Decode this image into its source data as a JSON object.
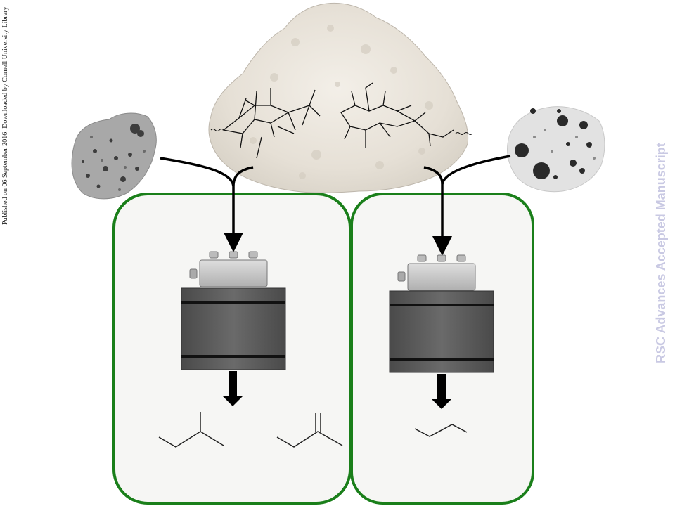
{
  "margin_note": "Published on 06 September 2016. Downloaded by Cornell University Library",
  "watermark": "RSC Advances Accepted Manuscript",
  "colors": {
    "panel_border": "#1a7f1a",
    "panel_fill": "#f6f6f4",
    "powder": "#ece7df",
    "reactor_body": "#5c5c5c",
    "reactor_lid": "#c4c4c4",
    "arrow": "#000000",
    "watermark": "#c9c9e3"
  },
  "elements": {
    "left_catalyst": "TEM image of catalyst particles on support (left)",
    "right_catalyst": "TEM image of catalyst particles on support (right)",
    "feedstock": "cellulose powder pile with polymer structure overlay",
    "left_reactor": "batch reactor",
    "right_reactor": "batch reactor",
    "left_products": [
      "isopentane",
      "2-methyl-1-butene"
    ],
    "right_products": [
      "butane"
    ]
  }
}
